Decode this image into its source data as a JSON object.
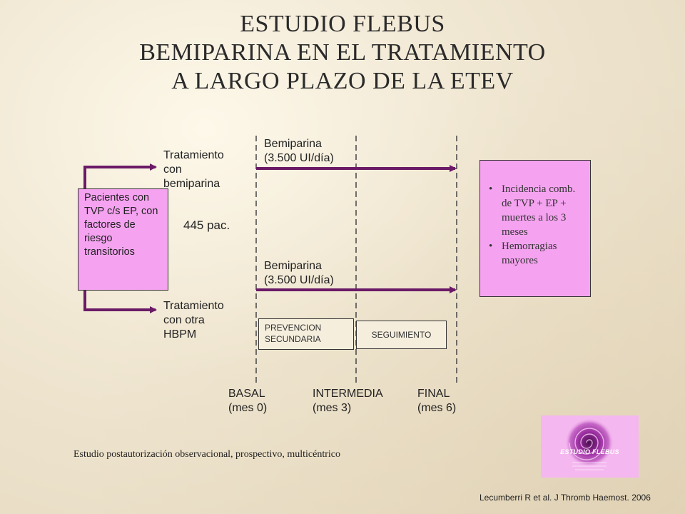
{
  "title": {
    "line1": "ESTUDIO FLEBUS",
    "line2": "BEMIPARINA EN EL TRATAMIENTO",
    "line3": "A LARGO PLAZO DE LA ETEV"
  },
  "patients_box": "Pacientes con TVP c/s EP, con factores de riesgo transitorios",
  "patient_count": "445 pac.",
  "arms": [
    {
      "label_lines": [
        "Tratamiento",
        "con",
        "bemiparina"
      ],
      "drug_lines": [
        "Bemiparina",
        "(3.500 UI/día)"
      ]
    },
    {
      "label_lines": [
        "Tratamiento",
        "con otra",
        "HBPM"
      ],
      "drug_lines": [
        "Bemiparina",
        "(3.500 UI/día)"
      ]
    }
  ],
  "phases": [
    {
      "lines": [
        "PREVENCION",
        "SECUNDARIA"
      ]
    },
    {
      "lines": [
        "SEGUIMIENTO"
      ]
    }
  ],
  "timepoints": [
    {
      "name": "BASAL",
      "detail": "(mes 0)"
    },
    {
      "name": "INTERMEDIA",
      "detail": "(mes 3)"
    },
    {
      "name": "FINAL",
      "detail": "(mes 6)"
    }
  ],
  "outcomes": [
    "Incidencia comb. de TVP + EP + muertes a los 3 meses",
    "Hemorragias mayores"
  ],
  "footnote": "Estudio postautorización observacional, prospectivo, multicéntrico",
  "citation": "Lecumberri R et al. J Thromb Haemost. 2006",
  "logo": {
    "text": "ESTUDIO FLEBUS"
  },
  "colors": {
    "arrow": "#6a1a66",
    "box_fill": "#f5a3f0",
    "dashed": "#444444"
  }
}
